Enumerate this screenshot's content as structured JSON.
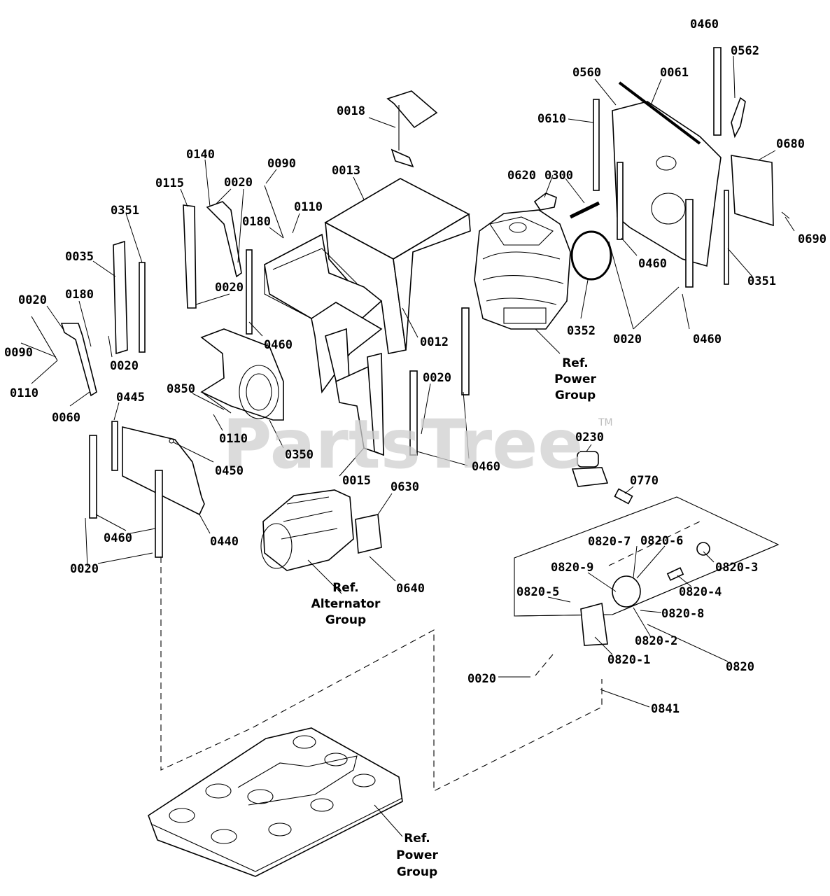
{
  "watermark": {
    "text": "PartsTree",
    "trademark": "TM"
  },
  "labels": {
    "p0460_top": "0460",
    "p0562": "0562",
    "p0560": "0560",
    "p0061": "0061",
    "p0610": "0610",
    "p0680": "0680",
    "p0018": "0018",
    "p0620": "0620",
    "p0300": "0300",
    "p0690": "0690",
    "p0013": "0013",
    "p0140": "0140",
    "p0090_a": "0090",
    "p0115": "0115",
    "p0020_a": "0020",
    "p0110_a": "0110",
    "p0180_a": "0180",
    "p0351_a": "0351",
    "p0460_b": "0460",
    "p0351_b": "0351",
    "p0035": "0035",
    "p0020_b": "0020",
    "p0352": "0352",
    "p0020_c": "0020",
    "p0460_c": "0460",
    "p0020_d": "0020",
    "p0180_b": "0180",
    "p0460_d": "0460",
    "p0012": "0012",
    "p0090_b": "0090",
    "p0020_e": "0020",
    "p0110_b": "0110",
    "p0060": "0060",
    "p0445": "0445",
    "p0850": "0850",
    "p0020_f": "0020",
    "p0110_c": "0110",
    "p0230": "0230",
    "p0350": "0350",
    "p0450": "0450",
    "p0015": "0015",
    "p0460_e": "0460",
    "p0770": "0770",
    "p0630": "0630",
    "p0460_f": "0460",
    "p0440": "0440",
    "p0020_g": "0020",
    "p0820_7": "0820-7",
    "p0820_6": "0820-6",
    "p0820_3": "0820-3",
    "p0820_9": "0820-9",
    "p0640": "0640",
    "p0820_4": "0820-4",
    "p0820_5": "0820-5",
    "p0820_8": "0820-8",
    "p0820_2": "0820-2",
    "p0820_1": "0820-1",
    "p0820": "0820",
    "p0020_h": "0020",
    "p0841": "0841"
  },
  "refs": {
    "power_top": [
      "Ref.",
      "Power",
      "Group"
    ],
    "alternator": [
      "Ref.",
      "Alternator",
      "Group"
    ],
    "power_bottom": [
      "Ref.",
      "Power",
      "Group"
    ]
  }
}
